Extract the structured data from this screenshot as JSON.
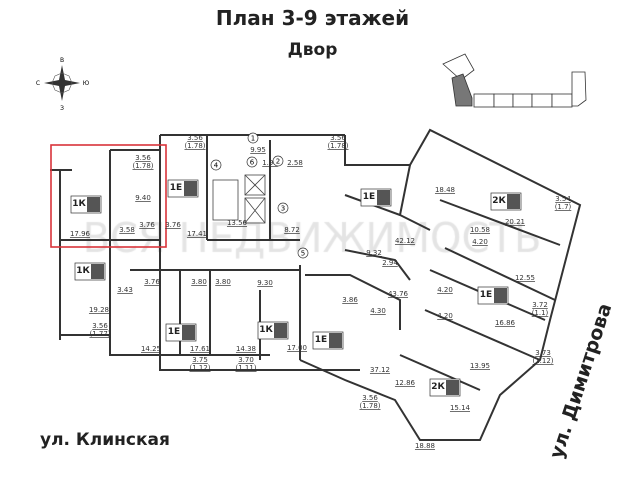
{
  "title": "План 3-9 этажей",
  "subtitle": "Двор",
  "streets": {
    "left": "ул. Клинская",
    "right": "ул. Димитрова"
  },
  "compass": {
    "north": "В",
    "south": "З",
    "west": "С",
    "east": "Ю"
  },
  "watermark": "ВСЯ НЕДВИЖИМОСТЬ",
  "highlight_color": "#d9333a",
  "site_plan": {
    "sections": [
      "1",
      "2",
      "3",
      "4",
      "5",
      "6",
      "7",
      "8"
    ],
    "highlighted_section": "2"
  },
  "apartments": [
    "1К",
    "1Е",
    "1К",
    "1Е",
    "1К",
    "1Е",
    "2К",
    "1Е",
    "1Е",
    "2К"
  ],
  "markers": [
    "1",
    "2",
    "3",
    "4",
    "5",
    "6"
  ],
  "areas": [
    "3.56\n(1.78)",
    "9.40",
    "3.58",
    "3.76",
    "3.76",
    "17.96",
    "17.41",
    "3.56\n(1.78)",
    "9.95",
    "1.90",
    "2.58",
    "13.56",
    "8.72",
    "3.56\n(1.78)",
    "3.76",
    "3.43",
    "3.80",
    "3.80",
    "9.30",
    "19.28",
    "3.56\n(1.77)",
    "14.25",
    "17.61",
    "14.38",
    "17.00",
    "3.75\n(1.12)",
    "3.70\n(1.11)",
    "18.48",
    "20.21",
    "3.54\n(1.7)",
    "10.58",
    "4.20",
    "42.12",
    "9.32",
    "2.94",
    "12.55",
    "3.72\n(1.1)",
    "43.76",
    "3.86",
    "4.30",
    "4.20",
    "4.20",
    "16.86",
    "3.73\n(1.12)",
    "13.95",
    "37.12",
    "12.86",
    "15.14",
    "3.56\n(1.78)",
    "18.88"
  ]
}
